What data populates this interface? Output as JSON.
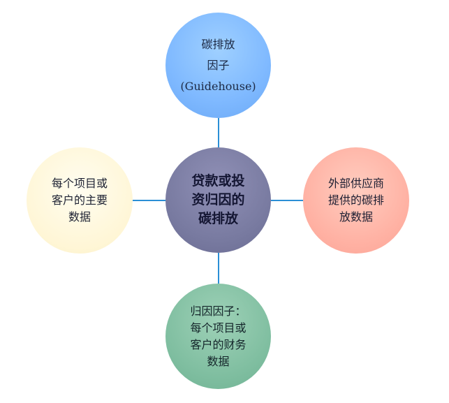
{
  "diagram": {
    "center": {
      "lines": [
        "贷款或投",
        "资归因的",
        "碳排放"
      ]
    },
    "top": {
      "lines": [
        "碳排放",
        "因子",
        "(Guidehouse)"
      ]
    },
    "left": {
      "lines": [
        "每个项目或",
        "客户的主要",
        "数据"
      ]
    },
    "right": {
      "lines": [
        "外部供应商",
        "提供的碳排",
        "放数据"
      ]
    },
    "bottom": {
      "lines": [
        "归因因子：",
        "每个项目或",
        "客户的财务",
        "数据"
      ]
    }
  },
  "colors": {
    "connector": "#2b8fd6",
    "top_circle": "#7fb9ff",
    "left_circle": "#fff6d6",
    "center_circle": "#787aa0",
    "right_circle": "#ffb1a3",
    "bottom_circle": "#7fbea0"
  }
}
